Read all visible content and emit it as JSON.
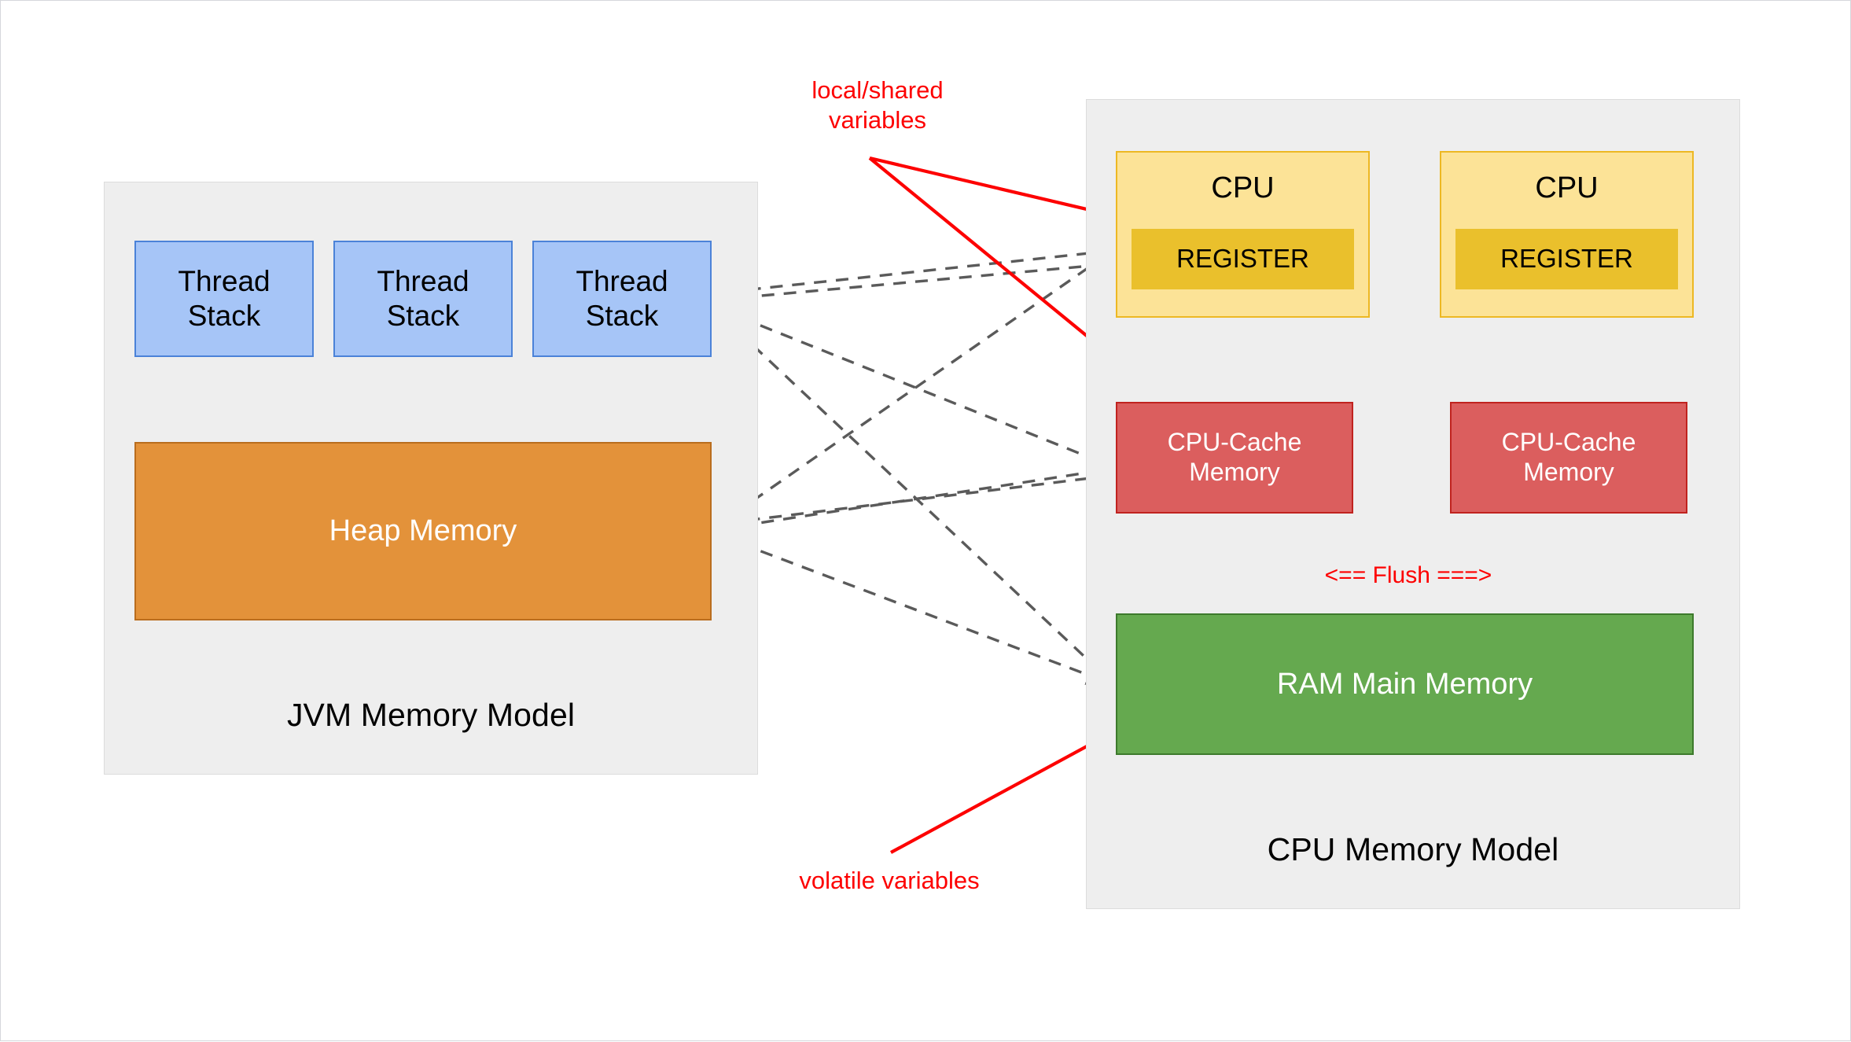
{
  "diagram": {
    "title": "JVM Memory Model and CPU Memory Model",
    "background": "#ffffff"
  },
  "jvm_panel": {
    "title": "JVM Memory Model",
    "thread_stacks": [
      {
        "label": "Thread\nStack"
      },
      {
        "label": "Thread\nStack"
      },
      {
        "label": "Thread\nStack"
      }
    ],
    "heap": {
      "label": "Heap Memory"
    }
  },
  "cpu_panel": {
    "title": "CPU Memory Model",
    "cpus": [
      {
        "label": "CPU",
        "register_label": "REGISTER",
        "cache_label": "CPU-Cache\nMemory"
      },
      {
        "label": "CPU",
        "register_label": "REGISTER",
        "cache_label": "CPU-Cache\nMemory"
      }
    ],
    "ram": {
      "label": "RAM Main Memory"
    },
    "flush_label": "<== Flush ===>"
  },
  "annotations": {
    "local_shared_variables": "local/shared\nvariables",
    "volatile_variables": "volatile variables"
  },
  "colors": {
    "panel_background": "#eeeeee",
    "panel_border": "#dcdcdc",
    "thread_stack_fill": "#a6c5f7",
    "thread_stack_border": "#4b82d8",
    "heap_fill": "#e3923a",
    "heap_border": "#b96d1e",
    "cpu_fill": "#fce397",
    "cpu_border": "#edb823",
    "register_fill": "#eac02c",
    "cache_fill": "#db5e5e",
    "cache_border": "#c0231f",
    "ram_fill": "#65a94f",
    "ram_border": "#3d7a2c",
    "annotation_red": "#fd0000",
    "connector_gray": "#5a5a5a"
  }
}
